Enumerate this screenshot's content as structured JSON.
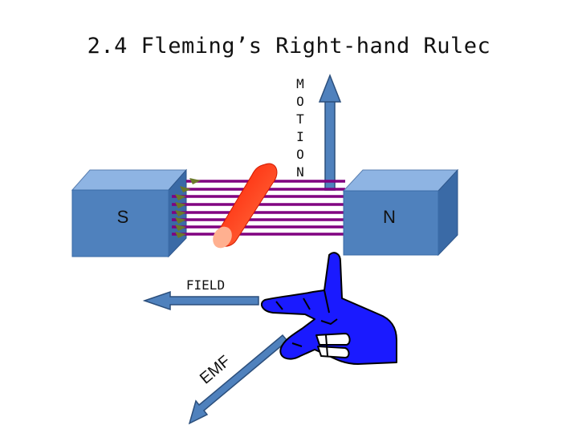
{
  "title": "2.4 Fleming’s Right-hand Rulec",
  "labels": {
    "motion": [
      "M",
      "O",
      "T",
      "I",
      "O",
      "N"
    ],
    "south": "S",
    "north": "N",
    "field": "FIELD",
    "emf": "EMF"
  },
  "colors": {
    "magnet_front": "#4f81bd",
    "magnet_top": "#8eb4e3",
    "magnet_side": "#3a6aa6",
    "field_lines": "#800080",
    "conductor": "#ff2a0a",
    "hand": "#1a1aff",
    "arrow": "#4f81bd"
  },
  "icons": [
    "right-hand-icon",
    "motion-arrow-icon",
    "field-arrow-icon",
    "emf-arrow-icon"
  ]
}
